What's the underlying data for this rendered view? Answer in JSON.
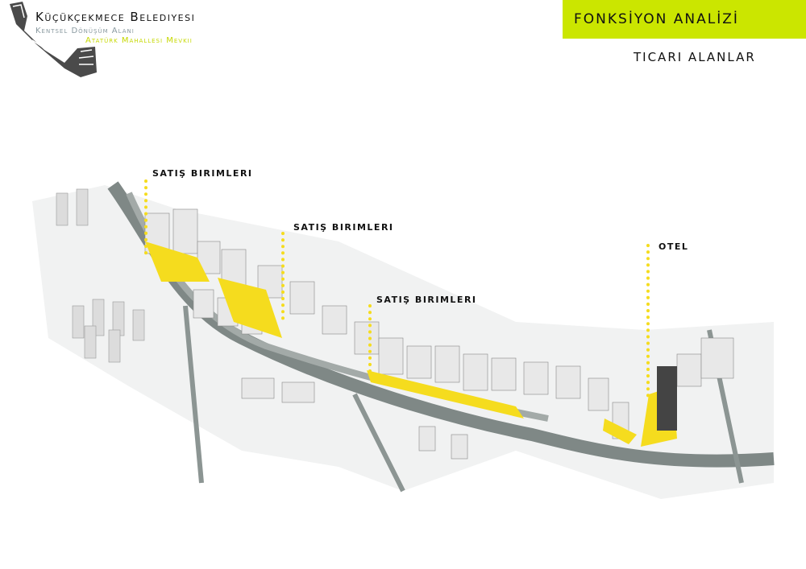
{
  "header": {
    "municipality": "Küçükçekmece Belediyesi",
    "project": "Kentsel Dönüşüm Alanı",
    "location": "Atatürk Mahallesi Mevkii"
  },
  "banner": {
    "title": "FONKSİYON ANALİZİ",
    "color": "#cbe600"
  },
  "subtitle": "TICARI ALANLAR",
  "annotations": [
    {
      "label": "SATIŞ BIRIMLERI"
    },
    {
      "label": "SATIŞ BIRIMLERI"
    },
    {
      "label": "SATIŞ BIRIMLERI"
    },
    {
      "label": "OTEL"
    }
  ],
  "colors": {
    "highlight": "#f5dc1e",
    "ground": "#8c9593",
    "building": "#e8e8e8"
  }
}
